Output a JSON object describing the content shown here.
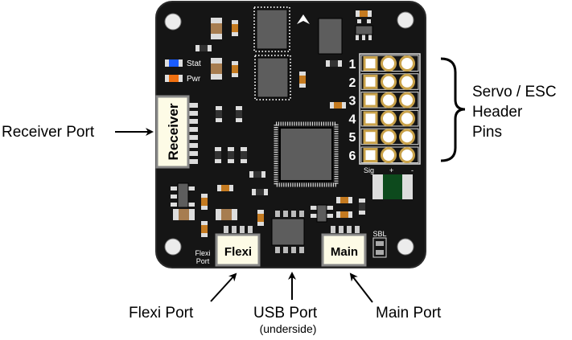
{
  "title": "Flight controller board port diagram",
  "callouts": {
    "receiver_port": "Receiver Port",
    "servo_line1": "Servo / ESC",
    "servo_line2": "Header",
    "servo_line3": "Pins",
    "flexi_port": "Flexi Port",
    "usb_port": "USB Port",
    "usb_note": "(underside)",
    "main_port": "Main Port"
  },
  "board": {
    "stat_label": "Stat",
    "pwr_label": "Pwr",
    "receiver_connector": "Receiver",
    "flexi_connector": "Flexi",
    "main_connector": "Main",
    "flexi_silk_line1": "Flexi",
    "flexi_silk_line2": "Port",
    "sbl_label": "SBL",
    "header_rows": [
      "1",
      "2",
      "3",
      "4",
      "5",
      "6"
    ],
    "header_columns": [
      "Sig",
      "+",
      "-"
    ]
  },
  "colors": {
    "board": "#151515",
    "pad_gold": "#c9a24a",
    "connector_fill": "#fdfbe6",
    "stat_led": "#1a5cff",
    "pwr_led": "#f07010"
  }
}
